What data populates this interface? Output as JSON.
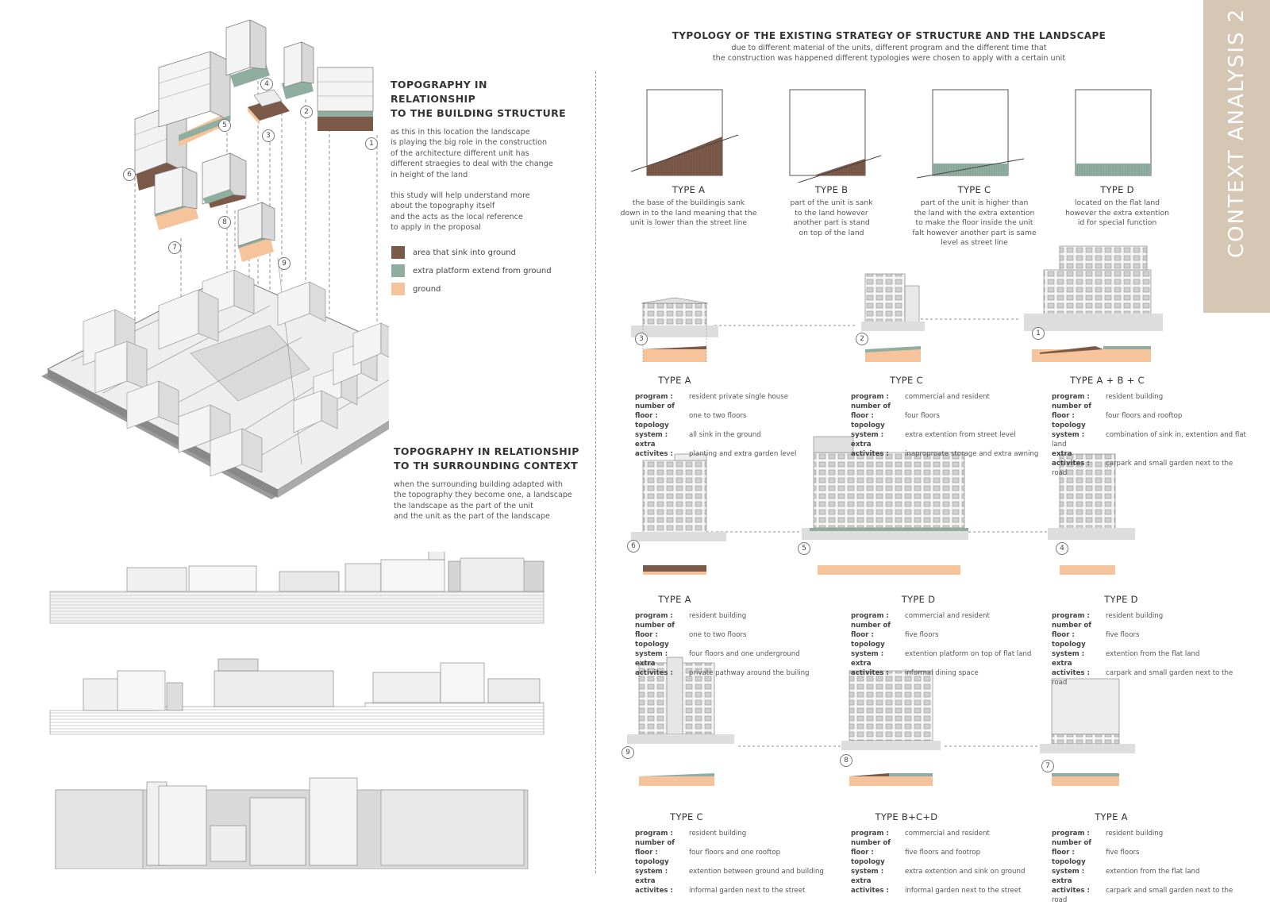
{
  "sidebar": {
    "title": "CONTEXT ANALYSIS 2"
  },
  "colors": {
    "sink": "#7b5a4a",
    "platform": "#8fae9f",
    "ground": "#f6c49c",
    "sidebar": "#d6c7b4"
  },
  "left": {
    "heading1_line1": "TOPOGRAPHY IN RELATIONSHIP",
    "heading1_line2": "TO THE BUILDING STRUCTURE",
    "para1": [
      "as this in this location the landscape",
      "is playing the big role in the construction",
      "of the architecture different unit has",
      "different straegies to deal with the change",
      "in height of the land"
    ],
    "para2": [
      "this study will help understand more",
      "about the topography itself",
      "and the acts as the local reference",
      "to apply in the proposal"
    ],
    "legend": [
      {
        "label": "area that sink into ground"
      },
      {
        "label": "extra platform extend from ground"
      },
      {
        "label": "ground"
      }
    ],
    "heading2_line1": "TOPOGRAPHY IN RELATIONSHIP",
    "heading2_line2": "TO TH SURROUNDING CONTEXT",
    "para3": [
      "when the surrounding building adapted with",
      "the topography they become one, a landscape",
      "the landscape as the part of the unit",
      "and the unit as the part of the landscape"
    ],
    "unit_numbers": [
      "1",
      "2",
      "3",
      "4",
      "5",
      "6",
      "7",
      "8",
      "9"
    ]
  },
  "right": {
    "title": "TYPOLOGY OF THE EXISTING STRATEGY OF STRUCTURE AND THE LANDSCAPE",
    "subtitle_line1": "due to different material of the units, different program and the different time that",
    "subtitle_line2": "the construction was happened different typologies were chosen to apply with a certain unit",
    "types": [
      {
        "name": "TYPE A",
        "desc": [
          "the base of the buildingis sank",
          "down in to the land meaning that the",
          "unit is lower than the street line"
        ]
      },
      {
        "name": "TYPE B",
        "desc": [
          "part of the unit is sank",
          "to the land however",
          "another part is stand",
          "on top of the land"
        ]
      },
      {
        "name": "TYPE C",
        "desc": [
          "part of the unit is higher than",
          "the land with the extra extention",
          "to make the floor inside the unit",
          "falt however another part is same",
          "level as street line"
        ]
      },
      {
        "name": "TYPE D",
        "desc": [
          "located on the flat land",
          "however the extra extention",
          "id for special function"
        ]
      }
    ],
    "keys": {
      "program": "program :",
      "floors": "number of floor :",
      "topology": "topology system :",
      "extra": "extra activites :"
    },
    "units": [
      {
        "num": "3",
        "type": "TYPE A",
        "program": "resident private single house",
        "floors": "one to two floors",
        "topology": "all sink in the ground",
        "extra": "planting and extra garden level"
      },
      {
        "num": "2",
        "type": "TYPE C",
        "program": "commercial and resident",
        "floors": "four floors",
        "topology": "extra extention from street level",
        "extra": "inaproproate storage and extra awning"
      },
      {
        "num": "1",
        "type": "TYPE A + B + C",
        "program": "resident building",
        "floors": "four floors and rooftop",
        "topology": "combination of sink in, extention and flat land",
        "extra": "carpark and small garden next to the road"
      },
      {
        "num": "6",
        "type": "TYPE A",
        "program": "resident building",
        "floors": "one to two floors",
        "topology": "four floors and one underground",
        "extra": "private pathway around the builing"
      },
      {
        "num": "5",
        "type": "TYPE D",
        "program": "commercial and resident",
        "floors": "five floors",
        "topology": "extention platform on top of flat land",
        "extra": "informal dining space"
      },
      {
        "num": "4",
        "type": "TYPE D",
        "program": "resident building",
        "floors": "five floors",
        "topology": "extention from the flat land",
        "extra": "carpark and small garden next to the road"
      },
      {
        "num": "9",
        "type": "TYPE C",
        "program": "resident building",
        "floors": "four floors and one rooftop",
        "topology": "extention between ground and building",
        "extra": "informal garden next to the street"
      },
      {
        "num": "8",
        "type": "TYPE B+C+D",
        "program": "commercial and resident",
        "floors": "five floors and footrop",
        "topology": "extra extention and sink on ground",
        "extra": "informal garden next to the street"
      },
      {
        "num": "7",
        "type": "TYPE A",
        "program": "resident building",
        "floors": "five floors",
        "topology": "extention from the flat land",
        "extra": "carpark and small garden next to the road"
      }
    ]
  }
}
